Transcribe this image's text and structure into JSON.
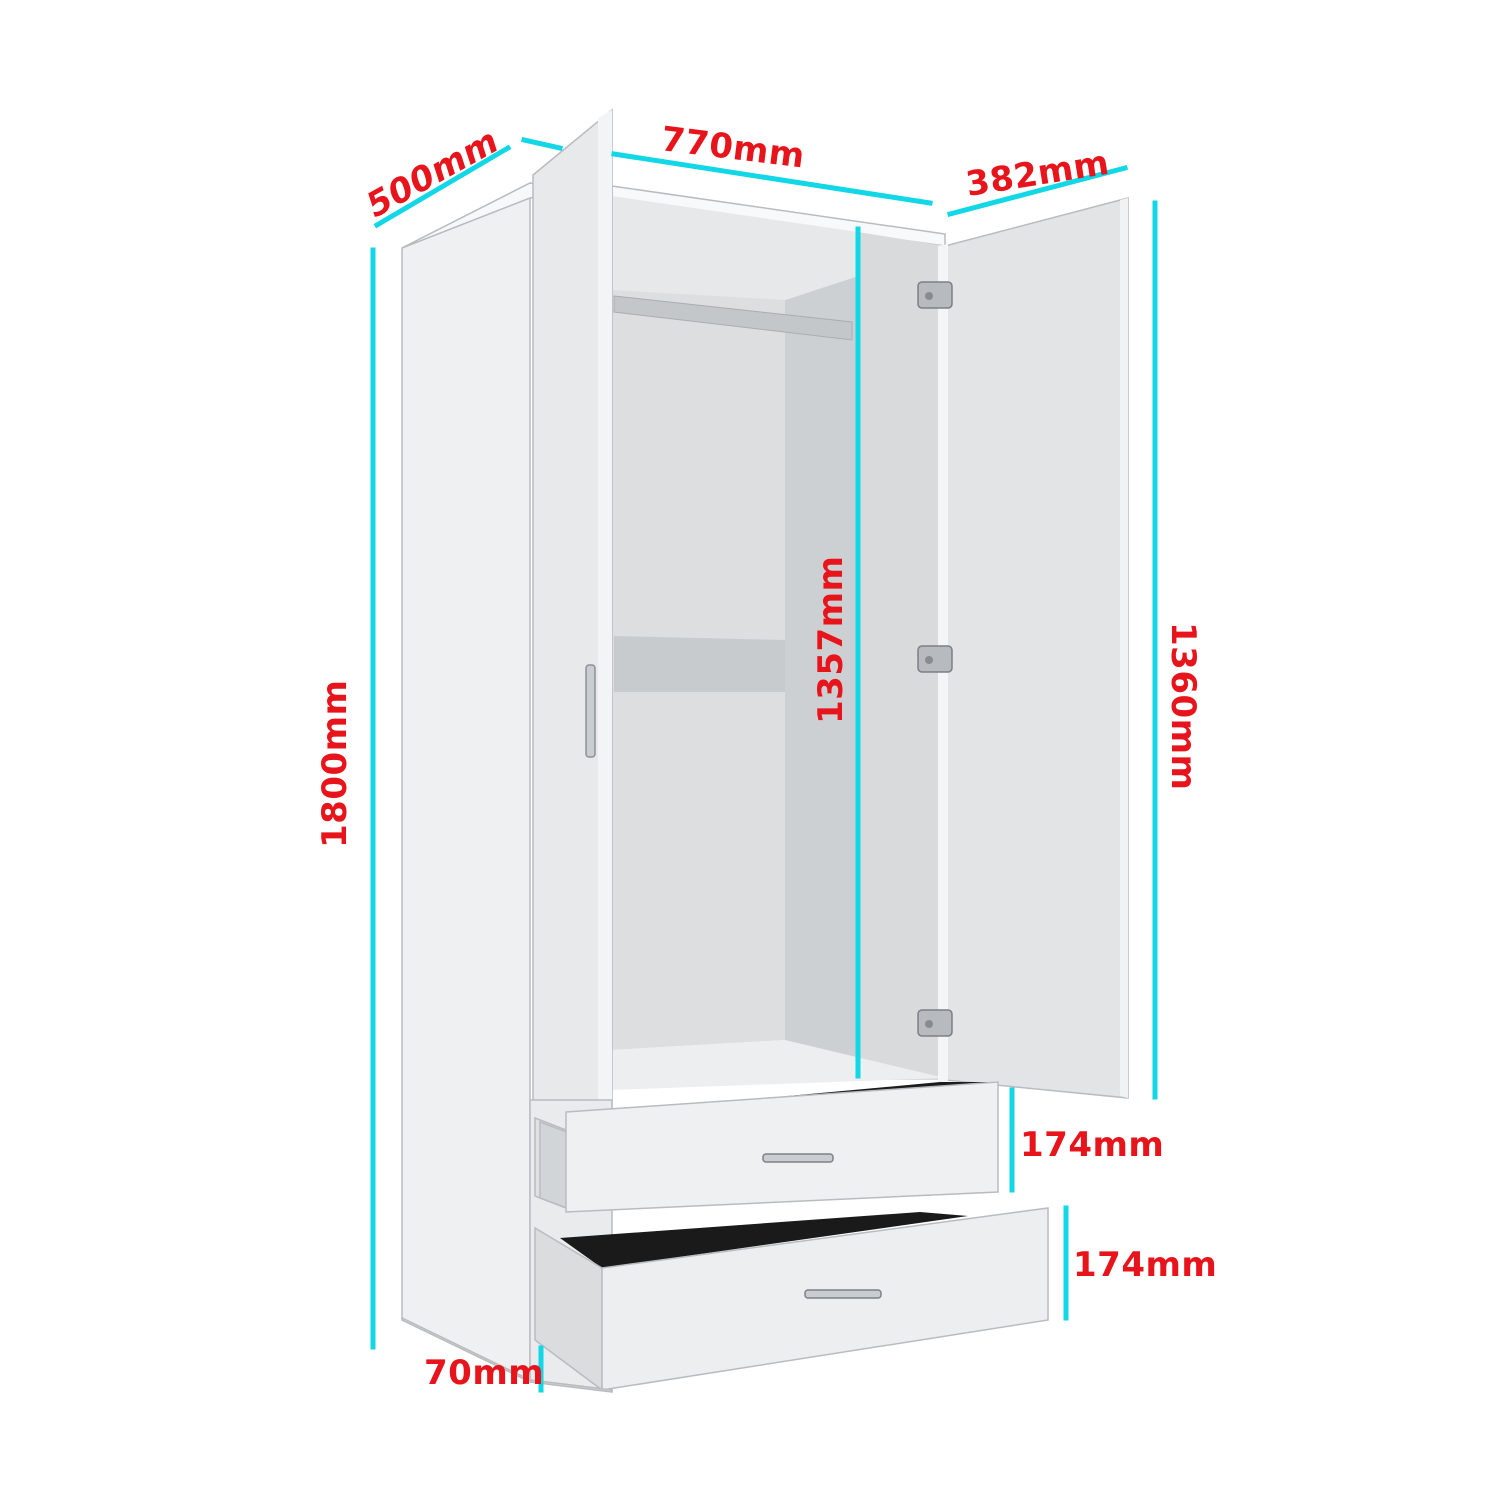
{
  "figure": {
    "subject": "two-door wardrobe with two drawers",
    "colors": {
      "dimension_line": "#11d7e6",
      "dimension_text": "#e8141b",
      "body_light": "#f4f5f6",
      "body_mid": "#e3e5e7",
      "body_dark": "#c9cccf",
      "shadow": "#1c1c1c"
    }
  },
  "dimensions": {
    "depth": "500mm",
    "width": "770mm",
    "door_width": "382mm",
    "total_height": "1800mm",
    "interior_height": "1357mm",
    "door_height": "1360mm",
    "drawer_top_height": "174mm",
    "drawer_bottom_height": "174mm",
    "plinth_height": "70mm"
  }
}
